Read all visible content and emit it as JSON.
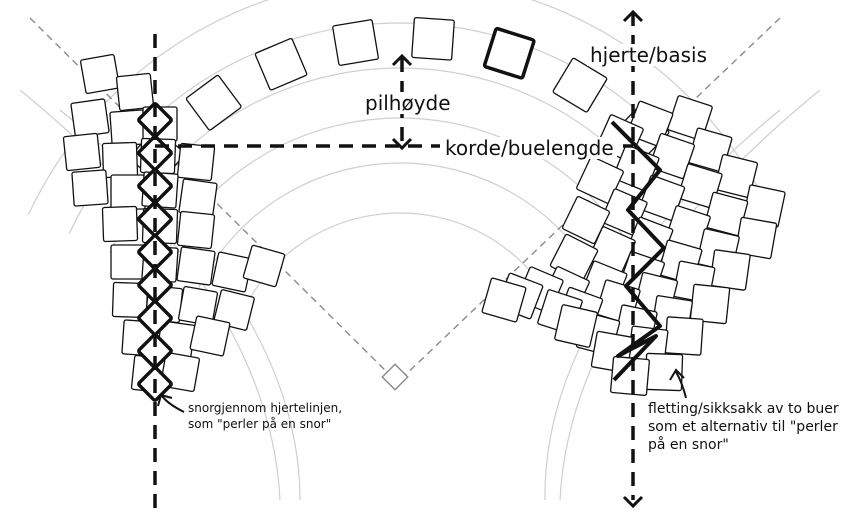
{
  "labels": {
    "pilhoyde": "pilhøyde",
    "korde": "korde/buelengde",
    "hjerte": "hjerte/basis",
    "snor_line1": "snorgjennom hjertelinjen,",
    "snor_line2": "som \"perler på en snor\"",
    "fletting_line1": "fletting/sikksakk av to buer",
    "fletting_line2": "som et alternativ til \"perler",
    "fletting_line3": "på en snor\""
  },
  "colors": {
    "ink": "#111111",
    "arc_guide": "#cfcfcf",
    "dash_guide": "#8a8a8a",
    "background": "#ffffff"
  }
}
